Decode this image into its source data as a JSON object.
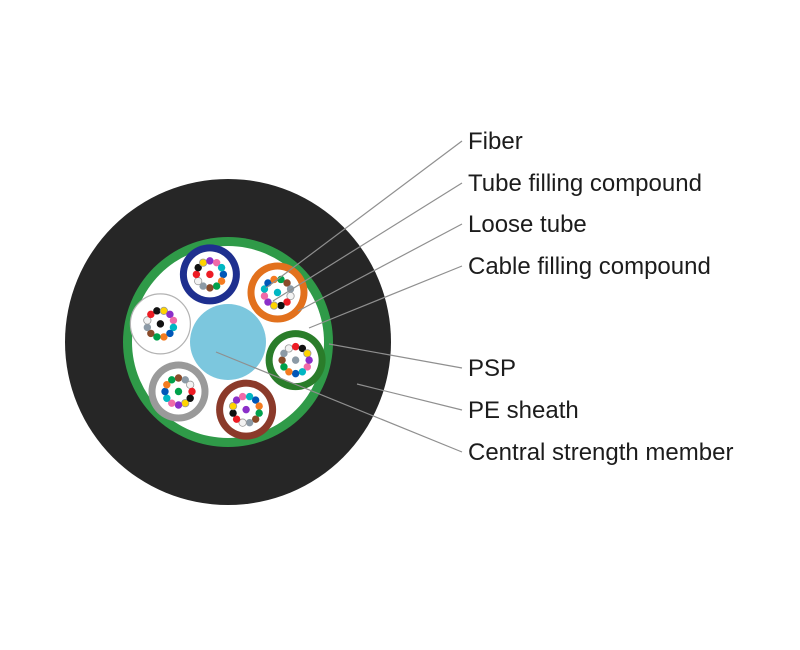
{
  "background_color": "#ffffff",
  "leader_line_color": "#8f8f8f",
  "text_color": "#1c1c1c",
  "cable": {
    "pe_sheath_color": "#262626",
    "psp_color": "#2f9a48",
    "filling_color": "#ffffff",
    "strength_member_color": "#7cc7de",
    "tube_inner_color": "#ffffff",
    "tube_ring_colors": [
      "#1e2f8f",
      "#e2711d",
      "#2a7d2a",
      "#8b3a2a",
      "#9a9a9a",
      "#ffffff"
    ],
    "fiber_colors": [
      "#0057b8",
      "#f47b20",
      "#00a14b",
      "#8a4b2a",
      "#8c9aa6",
      "#f2f2f2",
      "#ed1c24",
      "#111111",
      "#ffd400",
      "#8b2fc9",
      "#f06ba8",
      "#00b7c3"
    ]
  },
  "labels": [
    {
      "text": "Fiber"
    },
    {
      "text": "Tube filling compound"
    },
    {
      "text": "Loose tube"
    },
    {
      "text": "Cable filling compound"
    },
    {
      "text": "PSP"
    },
    {
      "text": "PE sheath"
    },
    {
      "text": "Central strength member"
    }
  ]
}
